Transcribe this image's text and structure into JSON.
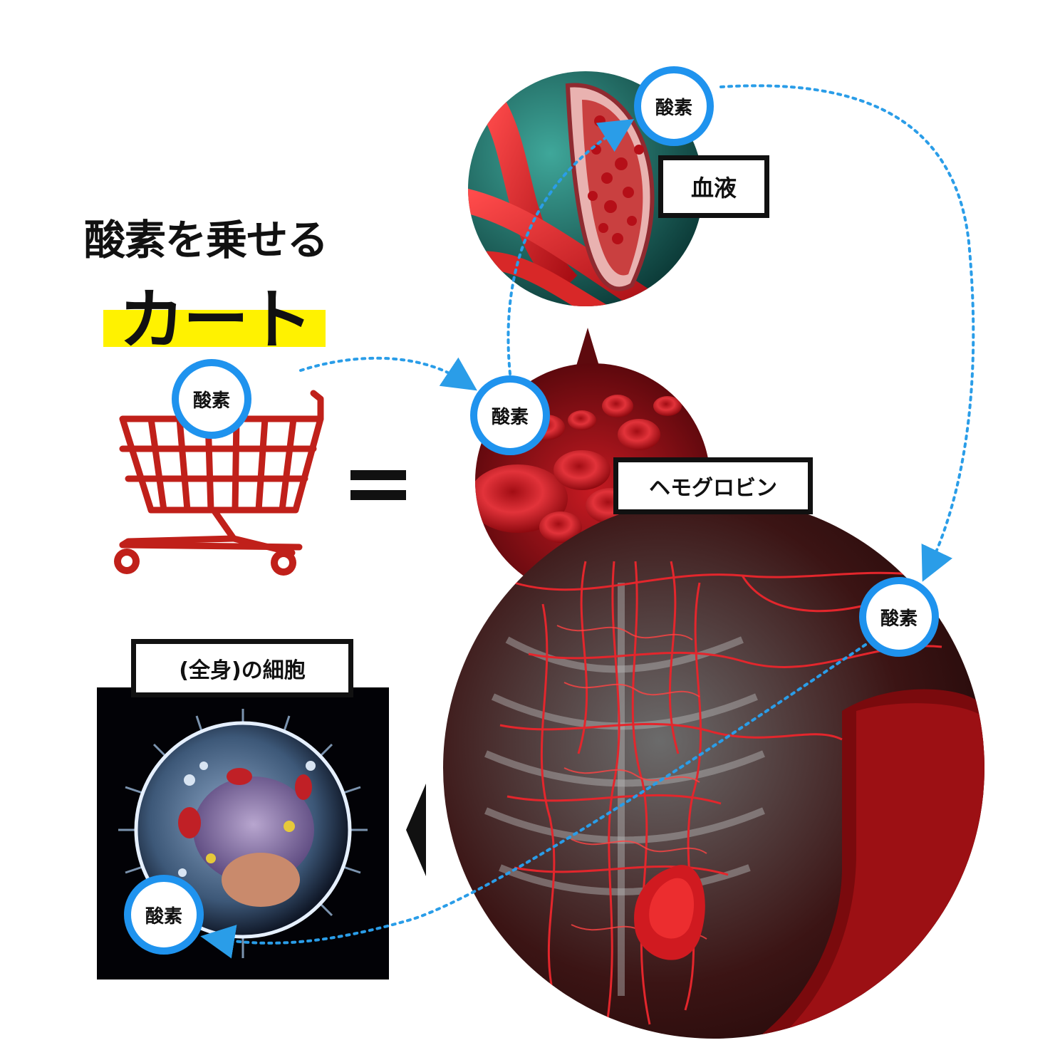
{
  "title": {
    "line1": "酸素を乗せる",
    "line2": "カート"
  },
  "labels": {
    "blood": "血液",
    "hemoglobin": "ヘモグロビン",
    "cells": "(全身)の細胞",
    "oxygen": "酸素"
  },
  "colors": {
    "oxygen_ring": "#1f93ee",
    "highlight": "#fff200",
    "cart": "#c0201a",
    "arrow": "#2a9de8"
  }
}
